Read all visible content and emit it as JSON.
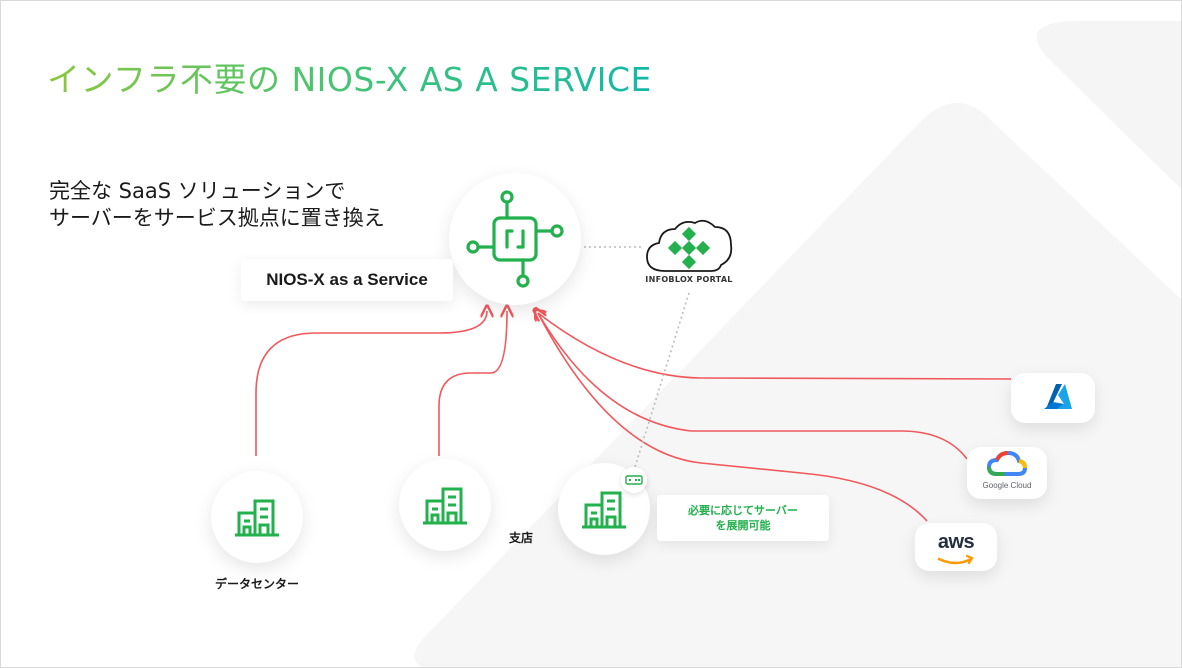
{
  "title": "インフラ不要の NIOS-X AS A SERVICE",
  "subtitle": [
    "完全な SaaS ソリューションで",
    "サーバーをサービス拠点に置き換え"
  ],
  "hub": {
    "label": "NIOS-X as a Service",
    "icon": "chip-icon"
  },
  "portal": {
    "label": "INFOBLOX PORTAL",
    "icon": "cloud-diamond-icon"
  },
  "sites": {
    "datacenter_label": "データセンター",
    "branch_label": "支店"
  },
  "callout": [
    "必要に応じてサーバー",
    "を展開可能"
  ],
  "clouds": {
    "gcp_label": "Google Cloud",
    "aws_label": "aws"
  },
  "colors": {
    "accent_green": "#22b14c",
    "connector_red": "#f0585c",
    "title_start": "#8cc63f",
    "title_end": "#14b8a6"
  }
}
